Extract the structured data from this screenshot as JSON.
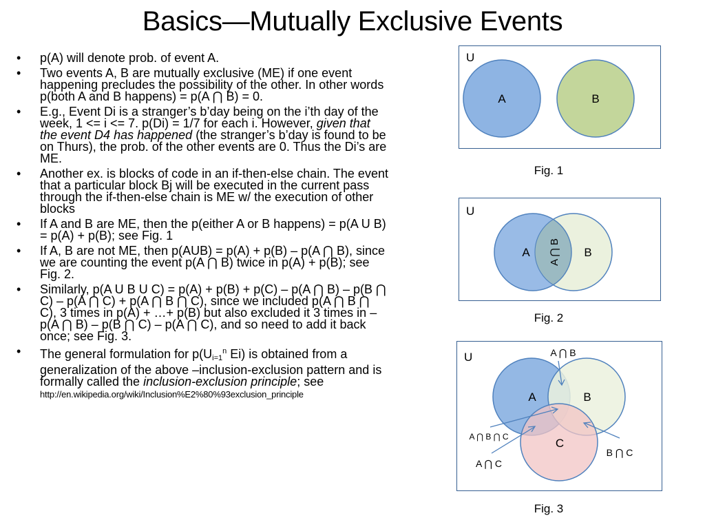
{
  "title": "Basics—Mutually Exclusive Events",
  "bullets": {
    "b1": "p(A) will denote prob. of event A.",
    "b2": "Two events A, B are mutually exclusive (ME) if one event happening precludes the possibility of the other.  In other words p(both A and B happens) = p(A ⋂ B) = 0.",
    "b3a": "E.g., Event Di is a stranger’s b’day being on the i’th day of the week, 1 <= i <= 7. p(Di) = 1/7 for each i. However, ",
    "b3em": "given that the event D4 has happened",
    "b3b": " (the stranger’s b’day is found to be on Thurs), the prob. of the other events are 0.  Thus the Di’s are ME.",
    "b4": "Another ex. is blocks of code in an  if-then-else chain. The event that a particular block Bj will be executed in the current pass through the if-then-else chain is ME w/ the execution of other blocks",
    "b5": "If A and B are ME, then the p(either A or B happens) = p(A U B) = p(A) + p(B); see Fig. 1",
    "b6": "If A, B are not ME, then p(AUB) = p(A) + p(B) – p(A ⋂ B), since we are counting the event p(A ⋂ B) twice in p(A) + p(B); see Fig. 2.",
    "b7": "Similarly, p(A U B U C) = p(A) + p(B) + p(C) – p(A ⋂ B) – p(B ⋂  C) – p(A ⋂ C) + p(A ⋂ B ⋂ C), since we included p(A ⋂ B ⋂ C), 3 times in p(A) + …+ p(B) but also excluded it 3 times in – p(A ⋂ B) – p(B ⋂ C) – p(A ⋂ C), and so need to add it back once; see Fig. 3.",
    "b8a": "The general formulation for p(U",
    "b8sub": "i=1",
    "b8sup": "n",
    "b8b": " Ei) is obtained from a generalization of the above –inclusion-exclusion  pattern and is formally called the ",
    "b8em": "inclusion-exclusion principle",
    "b8c": "; see",
    "url": "http://en.wikipedia.org/wiki/Inclusion%E2%80%93exclusion_principle"
  },
  "fig1": {
    "universe": "U",
    "a": "A",
    "b": "B",
    "caption": "Fig. 1"
  },
  "fig2": {
    "universe": "U",
    "a": "A",
    "b": "B",
    "ab": "A ⋂ B",
    "caption": "Fig. 2"
  },
  "fig3": {
    "universe": "U",
    "a": "A",
    "b": "B",
    "c": "C",
    "ab": "A ⋂ B",
    "abc": "A ⋂ B ⋂ C",
    "bc": "B ⋂ C",
    "ac": "A ⋂ C",
    "caption": "Fig. 3"
  },
  "colors": {
    "set_a": "#8eb4e3",
    "set_b": "#c3d69b",
    "set_b_light": "#ebf1de",
    "set_c": "#f2c4c4",
    "outline": "#4f81bd",
    "frame": "#365f91"
  }
}
